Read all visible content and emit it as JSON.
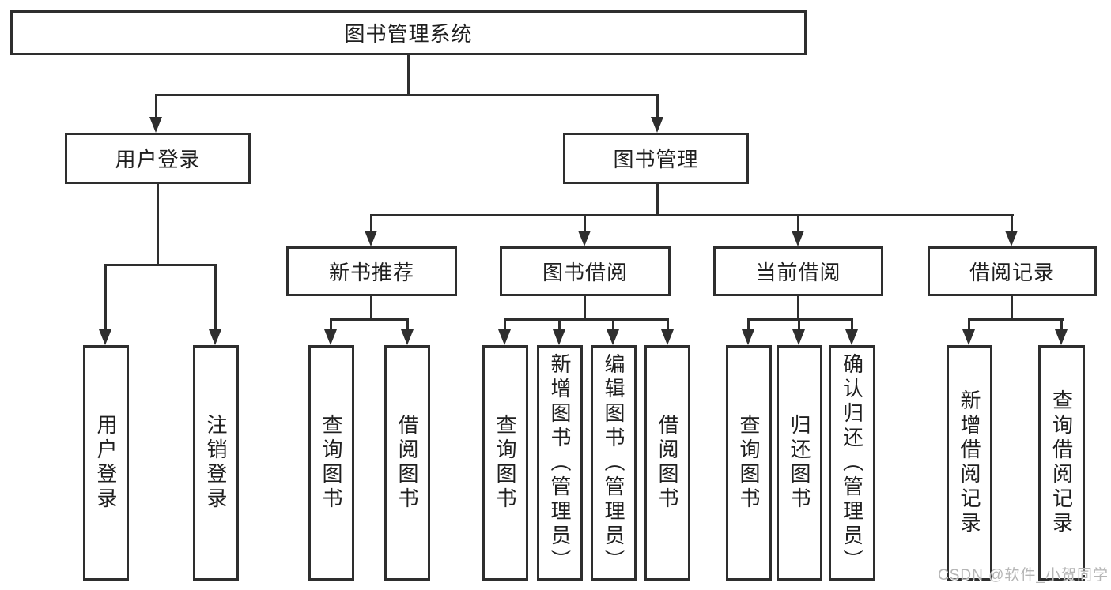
{
  "title_box": "图书管理系统",
  "branches": {
    "user_login": {
      "label": "用户登录",
      "children": [
        "用户登录",
        "注销登录"
      ]
    },
    "book_management": {
      "label": "图书管理",
      "sections": {
        "new_book_recommend": {
          "label": "新书推荐",
          "children": [
            "查询图书",
            "借阅图书"
          ]
        },
        "book_borrow": {
          "label": "图书借阅",
          "children": [
            "查询图书",
            "新增图书（管理员）",
            "编辑图书（管理员）",
            "借阅图书"
          ]
        },
        "current_borrow": {
          "label": "当前借阅",
          "children": [
            "查询图书",
            "归还图书",
            "确认归还（管理员）"
          ]
        },
        "borrow_record": {
          "label": "借阅记录",
          "children": [
            "新增借阅记录",
            "查询借阅记录"
          ]
        }
      }
    }
  },
  "watermark": {
    "text": "CSDN @软件_小贺同学"
  },
  "colors": {
    "line": "#2e2e2e",
    "text": "#1f1f1f",
    "watermark": "#b5b5b5",
    "background": "#ffffff"
  }
}
